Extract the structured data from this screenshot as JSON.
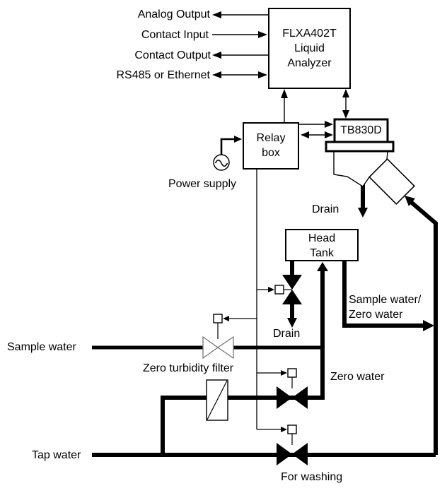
{
  "diagram": {
    "title_block": {
      "analyzer_line1": "FLXA402T",
      "analyzer_line2": "Liquid",
      "analyzer_line3": "Analyzer"
    },
    "io_labels": {
      "analog_output": "Analog Output",
      "contact_input": "Contact Input",
      "contact_output": "Contact Output",
      "rs485": "RS485 or Ethernet"
    },
    "relay_box": {
      "line1": "Relay",
      "line2": "box"
    },
    "power_supply": "Power supply",
    "sensor": "TB830D",
    "head_tank": {
      "line1": "Head",
      "line2": "Tank"
    },
    "flow_labels": {
      "drain_detector": "Drain",
      "drain_tank": "Drain",
      "sample_zero_line1": "Sample water/",
      "sample_zero_line2": "Zero water",
      "sample_water": "Sample water",
      "zero_turbidity_filter": "Zero turbidity filter",
      "zero_water": "Zero water",
      "tap_water": "Tap water",
      "for_washing": "For washing"
    },
    "icons": {
      "power_supply_icon": "ac-source-circle-tilde",
      "valve_open": "bowtie-outline",
      "valve_solenoid": "bowtie-filled"
    },
    "colors": {
      "line": "#000000",
      "background": "#ffffff",
      "open_valve_stroke": "#777777"
    }
  }
}
